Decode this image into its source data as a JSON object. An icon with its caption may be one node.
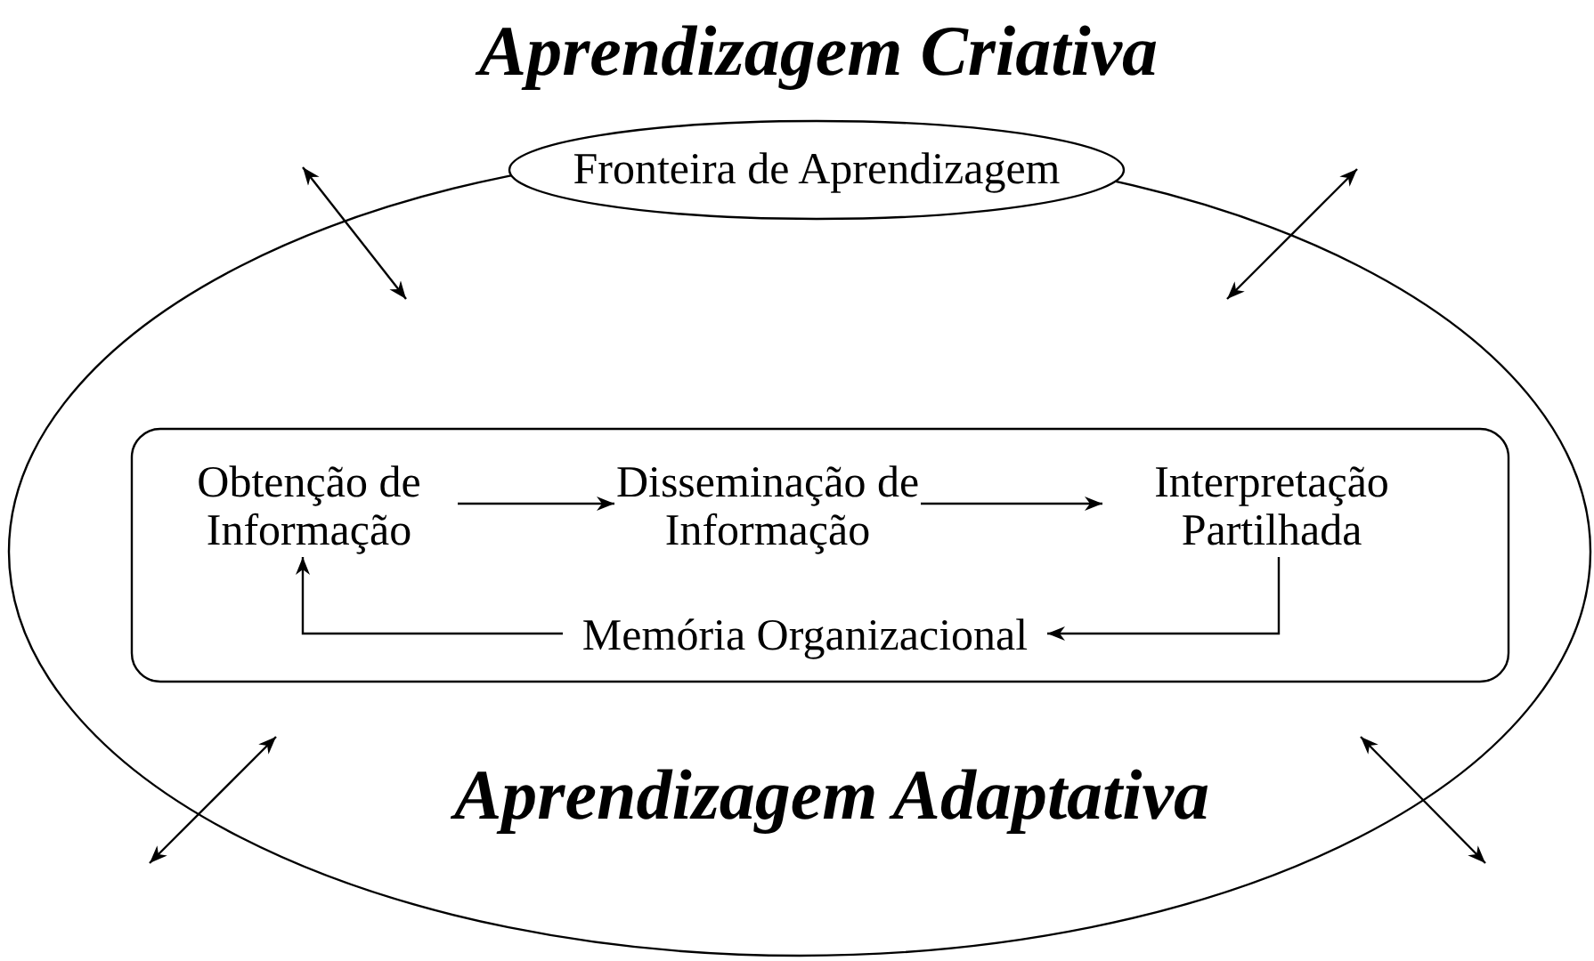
{
  "diagram": {
    "title": "Aprendizagem Criativa",
    "nodes": [
      {
        "text": [
          "Aprendizagem Adaptativa"
        ]
      },
      {
        "text": [
          "Fronteira de Aprendizagem"
        ]
      },
      {
        "text": [],
        "shape": "box",
        "in": 0
      },
      {
        "text": [
          "Obtenção de Informação"
        ],
        "in": 2
      },
      {
        "text": [
          "Disseminação de Informação"
        ],
        "in": 2
      },
      {
        "text": [
          "Interpretação Partilhada"
        ],
        "in": 2
      },
      {
        "text": [
          "Memória Organizacional"
        ],
        "in": 2
      }
    ],
    "edges": [
      {
        "from": 3,
        "to": 4,
        "arrow": "to"
      },
      {
        "from": 4,
        "to": 5,
        "arrow": "to"
      },
      {
        "from": 5,
        "to": 6,
        "arrow": "to"
      },
      {
        "from": 6,
        "to": 3,
        "arrow": "to"
      }
    ]
  }
}
